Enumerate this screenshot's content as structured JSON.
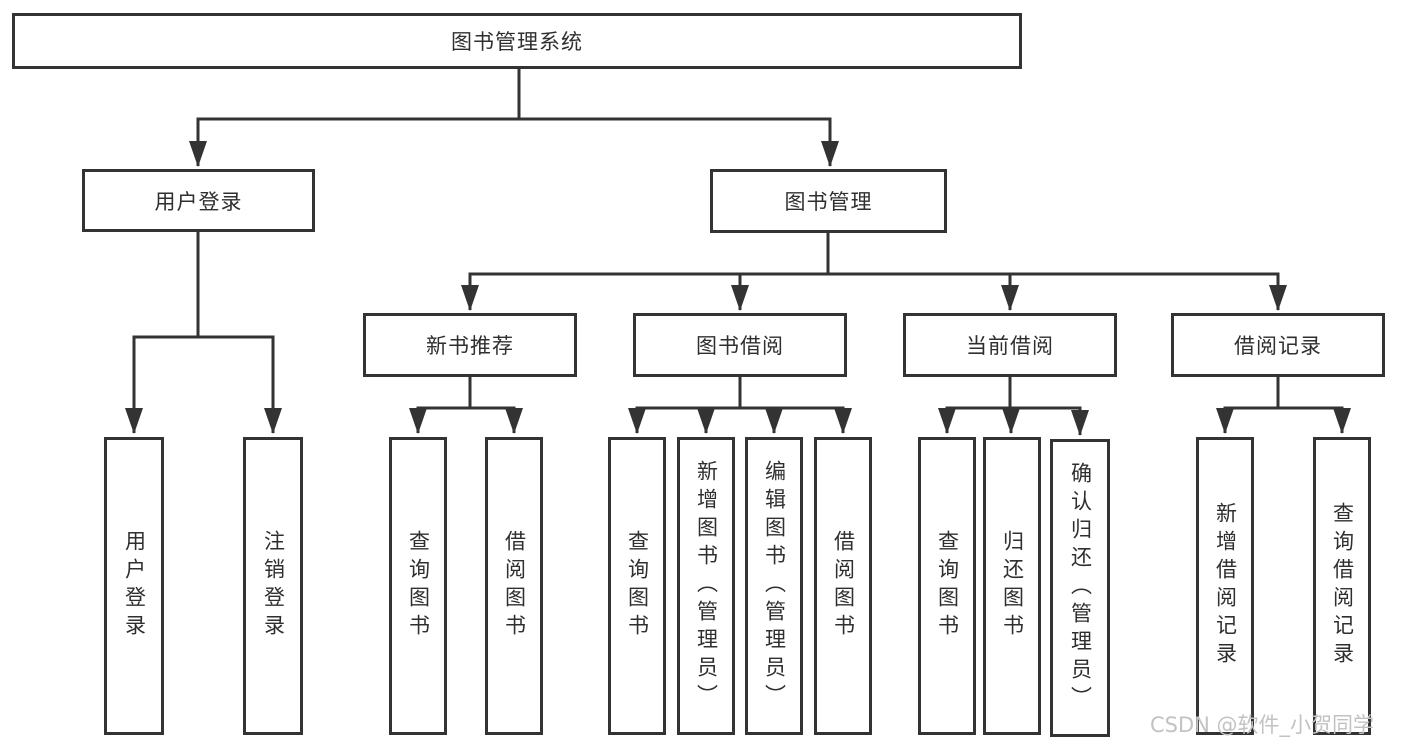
{
  "diagram": {
    "root": {
      "label": "图书管理系统"
    },
    "level2": [
      {
        "label": "用户登录"
      },
      {
        "label": "图书管理"
      }
    ],
    "level3": [
      {
        "label": "新书推荐"
      },
      {
        "label": "图书借阅"
      },
      {
        "label": "当前借阅"
      },
      {
        "label": "借阅记录"
      }
    ],
    "leaves": {
      "user_login": [
        {
          "label": "用户登录"
        },
        {
          "label": "注销登录"
        }
      ],
      "new_book": [
        {
          "label": "查询图书"
        },
        {
          "label": "借阅图书"
        }
      ],
      "book_borrow": [
        {
          "label": "查询图书"
        },
        {
          "label": "新增图书（管理员）"
        },
        {
          "label": "编辑图书（管理员）"
        },
        {
          "label": "借阅图书"
        }
      ],
      "current_borrow": [
        {
          "label": "查询图书"
        },
        {
          "label": "归还图书"
        },
        {
          "label": "确认归还（管理员）"
        }
      ],
      "records": [
        {
          "label": "新增借阅记录"
        },
        {
          "label": "查询借阅记录"
        }
      ]
    }
  },
  "watermark": {
    "text": "CSDN @软件_小贺同学"
  },
  "colors": {
    "line": "#333333",
    "box_border": "#333333",
    "box_fill": "#ffffff",
    "text": "#2f2f2f",
    "watermark": "#c2c2c2"
  }
}
